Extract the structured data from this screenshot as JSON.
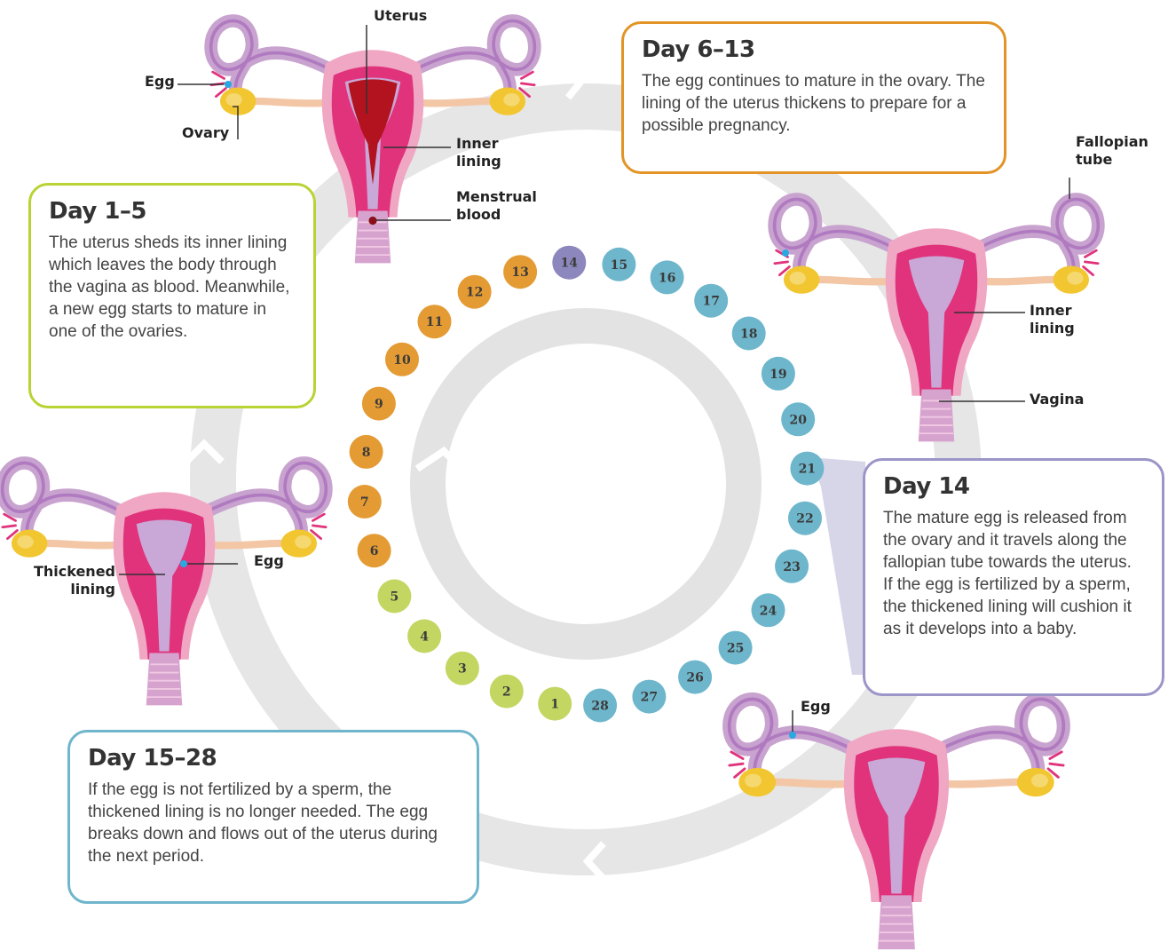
{
  "colors": {
    "phase1": "#c3d662",
    "phase2": "#e49b33",
    "phase3": "#8c88bd",
    "phase4": "#6eb6cb",
    "box1": "#b8d334",
    "box2": "#e29426",
    "box3": "#9b95c8",
    "box4": "#6fb5cc",
    "ring": "#e6e6e6",
    "uterus": "#e0337c",
    "tube": "#d9a4cb",
    "ovary": "#f2c630"
  },
  "days": [
    {
      "day": "1",
      "phase": "phase1"
    },
    {
      "day": "2",
      "phase": "phase1"
    },
    {
      "day": "3",
      "phase": "phase1"
    },
    {
      "day": "4",
      "phase": "phase1"
    },
    {
      "day": "5",
      "phase": "phase1"
    },
    {
      "day": "6",
      "phase": "phase2"
    },
    {
      "day": "7",
      "phase": "phase2"
    },
    {
      "day": "8",
      "phase": "phase2"
    },
    {
      "day": "9",
      "phase": "phase2"
    },
    {
      "day": "10",
      "phase": "phase2"
    },
    {
      "day": "11",
      "phase": "phase2"
    },
    {
      "day": "12",
      "phase": "phase2"
    },
    {
      "day": "13",
      "phase": "phase2"
    },
    {
      "day": "14",
      "phase": "phase3"
    },
    {
      "day": "15",
      "phase": "phase4"
    },
    {
      "day": "16",
      "phase": "phase4"
    },
    {
      "day": "17",
      "phase": "phase4"
    },
    {
      "day": "18",
      "phase": "phase4"
    },
    {
      "day": "19",
      "phase": "phase4"
    },
    {
      "day": "20",
      "phase": "phase4"
    },
    {
      "day": "21",
      "phase": "phase4"
    },
    {
      "day": "22",
      "phase": "phase4"
    },
    {
      "day": "23",
      "phase": "phase4"
    },
    {
      "day": "24",
      "phase": "phase4"
    },
    {
      "day": "25",
      "phase": "phase4"
    },
    {
      "day": "26",
      "phase": "phase4"
    },
    {
      "day": "27",
      "phase": "phase4"
    },
    {
      "day": "28",
      "phase": "phase4"
    }
  ],
  "phases": {
    "p1": {
      "title": "Day 1–5",
      "text": " The uterus sheds its inner lining which leaves the body through the vagina as blood. Meanwhile, a new egg starts to mature in one of the ovaries."
    },
    "p2": {
      "title": "Day 6–13",
      "text": "The egg continues to mature in the ovary. The lining of the uterus thickens to prepare for a possible pregnancy."
    },
    "p3": {
      "title": "Day 14",
      "text": "The mature egg is released from the ovary and it travels along the fallopian tube towards the uterus. If the egg is fertilized by a sperm, the thickened lining will cushion it as it develops into a baby."
    },
    "p4": {
      "title": "Day 15–28",
      "text": "If the egg is not fertilized by a sperm, the thickened lining is no longer needed. The egg breaks down and flows out of the uterus during the next period."
    }
  },
  "labels": {
    "uterus": "Uterus",
    "egg_a": "Egg",
    "ovary": "Ovary",
    "inner_lining_a": "Inner\nlining",
    "menstrual_blood": "Menstrual\nblood",
    "fallopian_tube": "Fallopian\ntube",
    "inner_lining_b": "Inner\nlining",
    "vagina": "Vagina",
    "thickened_lining": "Thickened\nlining",
    "egg_b": "Egg",
    "egg_c": "Egg"
  }
}
